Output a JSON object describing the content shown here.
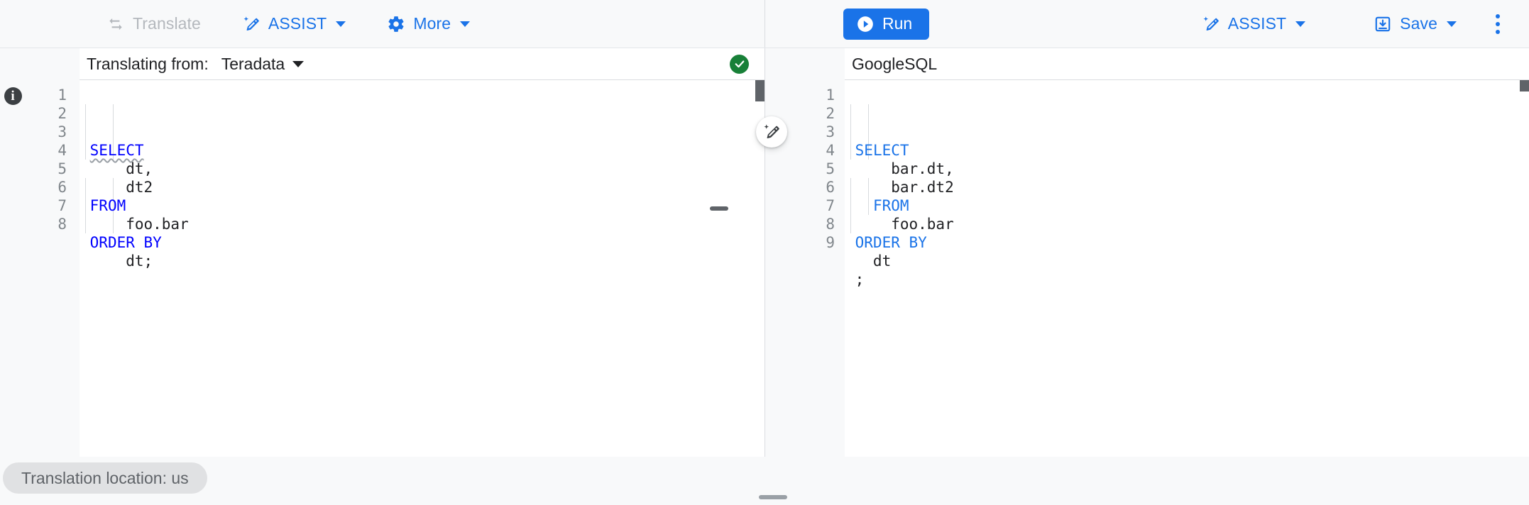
{
  "toolbar": {
    "left": [
      {
        "name": "translate",
        "icon": "swap-horizontal-icon",
        "label": "Translate",
        "disabled": true,
        "caret": false
      },
      {
        "name": "assist",
        "icon": "magic-wand-icon",
        "label": "ASSIST",
        "disabled": false,
        "caret": true
      },
      {
        "name": "more",
        "icon": "gear-icon",
        "label": "More",
        "disabled": false,
        "caret": true
      }
    ],
    "right": {
      "run_label": "Run",
      "assist_label": "ASSIST",
      "save_label": "Save",
      "overflow_label": "More options"
    }
  },
  "colors": {
    "accent": "#1a73e8",
    "disabled_text": "#b4b8bd",
    "success": "#188038",
    "keyword_source": "#0000ff",
    "keyword_target": "#1a73e8",
    "chip_bg": "#e0e1e3",
    "panel_bg": "#f8f9fa"
  },
  "source_pane": {
    "label": "Translating from:",
    "dialect": "Teradata",
    "status_icon": "check-circle-icon",
    "notice_icon": "info-icon",
    "line_numbers": [
      "1",
      "2",
      "3",
      "4",
      "5",
      "6",
      "7",
      "8"
    ],
    "lines": [
      {
        "indent": 0,
        "keyword": "SELECT",
        "squiggly": true,
        "text": ""
      },
      {
        "indent": 2,
        "keyword": "",
        "squiggly": false,
        "text": "dt,"
      },
      {
        "indent": 2,
        "keyword": "",
        "squiggly": false,
        "text": "dt2"
      },
      {
        "indent": 0,
        "keyword": "FROM",
        "squiggly": false,
        "text": ""
      },
      {
        "indent": 2,
        "keyword": "",
        "squiggly": false,
        "text": "foo.bar"
      },
      {
        "indent": 0,
        "keyword": "ORDER BY",
        "squiggly": false,
        "text": ""
      },
      {
        "indent": 2,
        "keyword": "",
        "squiggly": false,
        "text": "dt;"
      },
      {
        "indent": 0,
        "keyword": "",
        "squiggly": false,
        "text": ""
      }
    ]
  },
  "target_pane": {
    "label": "GoogleSQL",
    "assist_fab_icon": "magic-wand-icon",
    "line_numbers": [
      "1",
      "2",
      "3",
      "4",
      "5",
      "6",
      "7",
      "8",
      "9"
    ],
    "lines": [
      {
        "indent": 0,
        "keyword": "SELECT",
        "text": ""
      },
      {
        "indent": 2,
        "keyword": "",
        "text": "bar.dt,"
      },
      {
        "indent": 2,
        "keyword": "",
        "text": "bar.dt2"
      },
      {
        "indent": 1,
        "keyword": "FROM",
        "text": ""
      },
      {
        "indent": 2,
        "keyword": "",
        "text": "foo.bar"
      },
      {
        "indent": 0,
        "keyword": "ORDER BY",
        "text": ""
      },
      {
        "indent": 1,
        "keyword": "",
        "text": "dt"
      },
      {
        "indent": 0,
        "keyword": "",
        "text": ";"
      },
      {
        "indent": 0,
        "keyword": "",
        "text": ""
      }
    ]
  },
  "statusbar": {
    "location_chip": "Translation location: us"
  }
}
